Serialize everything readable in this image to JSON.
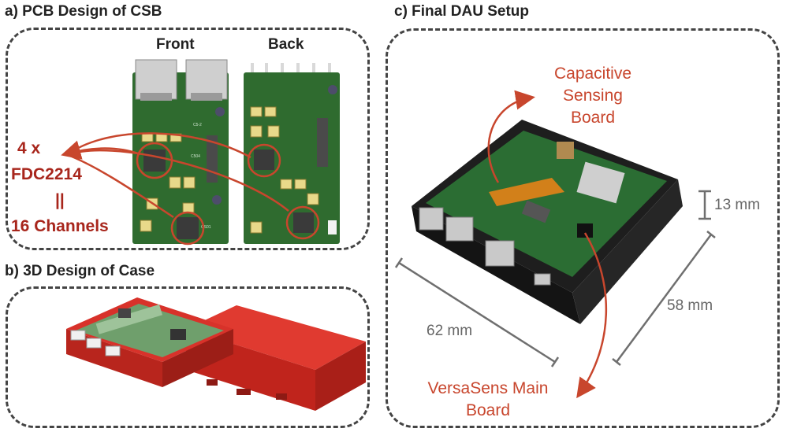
{
  "panels": {
    "a": {
      "title": "a) PCB Design of CSB",
      "front": "Front",
      "back": "Back",
      "chip_label": [
        "4 x",
        "FDC2214",
        "||",
        "16 Channels"
      ]
    },
    "b": {
      "title": "b) 3D Design of Case"
    },
    "c": {
      "title": "c) Final DAU Setup",
      "capacitive_label": [
        "Capacitive",
        "Sensing",
        "Board"
      ],
      "main_label": [
        "VersaSens Main",
        "Board"
      ],
      "dim_height": "13 mm",
      "dim_width": "58 mm",
      "dim_length": "62 mm"
    }
  },
  "colors": {
    "accent_red": "#c8462d",
    "dark_red": "#a8261c",
    "pcb_green": "#2f6b2f",
    "case_red": "#d42a22",
    "case_black": "#1c1c1c"
  }
}
